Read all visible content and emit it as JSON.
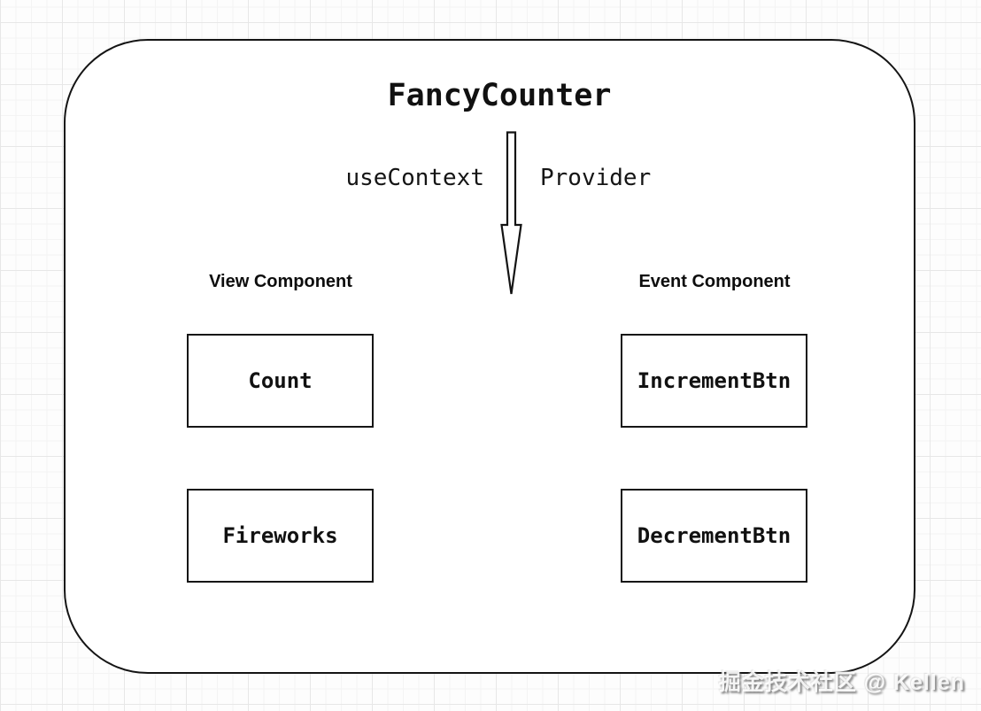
{
  "diagram": {
    "title": "FancyCounter",
    "arrow": {
      "left_label": "useContext",
      "right_label": "Provider",
      "direction": "down"
    },
    "groups": [
      {
        "heading": "View Component",
        "boxes": [
          "Count",
          "Fireworks"
        ]
      },
      {
        "heading": "Event Component",
        "boxes": [
          "IncrementBtn",
          "DecrementBtn"
        ]
      }
    ]
  },
  "watermark": {
    "text": "掘金技术社区 @ Kellen"
  },
  "colors": {
    "line": "#141414",
    "shape_fill": "#ffffff",
    "background": "#fdfdfd",
    "grid_minor": "#f4f4f4",
    "grid_major": "#e7e7e7",
    "watermark_text": "#ffffff"
  }
}
